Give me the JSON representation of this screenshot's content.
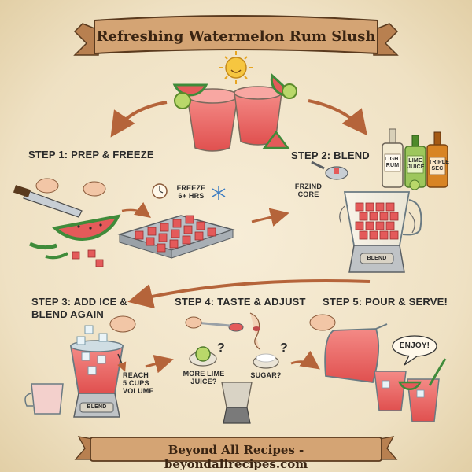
{
  "title": "Refreshing Watermelon Rum Slush",
  "footer": "Beyond All Recipes - beyondallrecipes.com",
  "steps": {
    "step1": "STEP 1: PREP & FREEZE",
    "step2": "STEP 2: BLEND",
    "step3_line1": "STEP 3: ADD ICE &",
    "step3_line2": "BLEND AGAIN",
    "step4": "STEP 4: TASTE & ADJUST",
    "step5": "STEP 5: POUR & SERVE!"
  },
  "freeze": {
    "line1": "FREEZE",
    "line2": "6+ HRS"
  },
  "core_label": {
    "line1": "FRZIND",
    "line2": "CORE"
  },
  "bottles": {
    "light_rum": [
      "LIGHT",
      "RUM"
    ],
    "lime_juice": [
      "LIME",
      "JUICE"
    ],
    "triple_sec": [
      "TRIPLE",
      "SEC"
    ]
  },
  "blender_label": "BLEND",
  "volume": {
    "line1": "REACH",
    "line2": "5 CUPS",
    "line3": "VOLUME"
  },
  "adjust": {
    "lime_line1": "MORE LIME",
    "lime_line2": "JUICE?",
    "sugar": "SUGAR?",
    "question": "?"
  },
  "enjoy": "ENJOY!",
  "colors": {
    "background": "#efe3c8",
    "ink": "#2a2a2a",
    "banner": "#c99566",
    "watermelon": "#e45a5a",
    "rind": "#3f8b3a",
    "arrow": "#b5643a"
  }
}
